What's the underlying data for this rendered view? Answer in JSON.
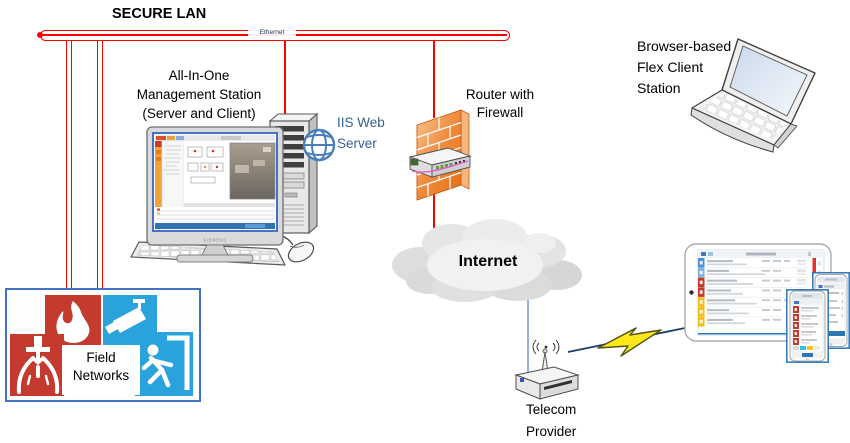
{
  "labels": {
    "secure_lan": "SECURE LAN",
    "ethernet": "Ethernet",
    "management_station": [
      "All-In-One",
      "Management Station",
      "(Server and Client)"
    ],
    "iis_web_server": [
      "IIS Web",
      "Server"
    ],
    "router_firewall": [
      "Router with",
      "Firewall"
    ],
    "internet": "Internet",
    "field_networks": [
      "Field",
      "Networks"
    ],
    "telecom_provider": [
      "Telecom",
      "Provider"
    ],
    "flex_client_station": [
      "Browser-based",
      "Flex Client",
      "Station"
    ],
    "monitor_brand": "SIEMENS"
  },
  "icons": {
    "flame_icon": "fire-detection",
    "cctv_camera_icon": "video-surveillance",
    "sprinkler_icon": "extinguishing-system",
    "intrusion_person_icon": "intrusion-detection",
    "globe_icon": "web-server",
    "radio_waves_icon": "wireless-signal",
    "lightning_bolt_icon": "wireless-link",
    "ethernet_bus": "lan-segment"
  },
  "colors": {
    "lan_line_red": "#ff0000",
    "wan_line_blue": "#95b3d7",
    "iis_text_blue": "#376092",
    "field_tile_red": "#c53a2e",
    "field_tile_blue": "#2aa3dc",
    "field_box_border": "#4472c4",
    "device_frame_blue": "#2e75b6",
    "firewall_orange": "#ed7d31",
    "lightning_yellow": "#ffe81a",
    "link_line_navy": "#1f4066",
    "label_black": "#000000"
  }
}
